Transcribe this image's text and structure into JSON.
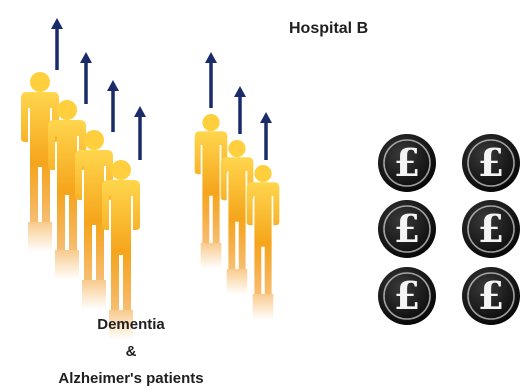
{
  "header": {
    "title": "Hospital B"
  },
  "caption": {
    "line1": "Dementia",
    "line2": "&",
    "line3": "Alzheimer's patients"
  },
  "groups": [
    {
      "name": "group-a",
      "people": 4,
      "trend": "up"
    },
    {
      "name": "group-b",
      "people": 3,
      "trend": "up"
    }
  ],
  "coins": {
    "symbol": "£",
    "count": 6
  },
  "colors": {
    "person_top": "#ffd64d",
    "person_bottom": "#f08a00",
    "arrow": "#1a2b6a",
    "coin_dark": "#111111",
    "coin_light": "#f4f4f4",
    "text": "#1f1f1f"
  },
  "icons": [
    "person-icon",
    "up-arrow-icon",
    "pound-coin-icon"
  ]
}
